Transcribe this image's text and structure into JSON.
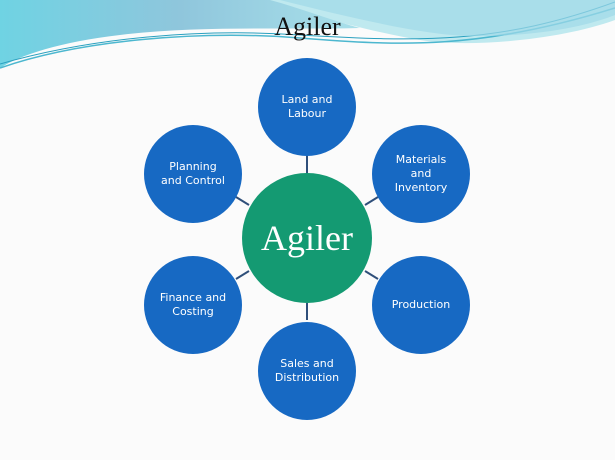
{
  "title": "Agiler",
  "center": {
    "label": "Agiler",
    "color": "#149a72"
  },
  "satellite_color": "#1769c3",
  "nodes": [
    {
      "label": "Land and Labour"
    },
    {
      "label": "Materials and Inventory"
    },
    {
      "label": "Production"
    },
    {
      "label": "Sales and Distribution"
    },
    {
      "label": "Finance and Costing"
    },
    {
      "label": "Planning and Control"
    }
  ]
}
